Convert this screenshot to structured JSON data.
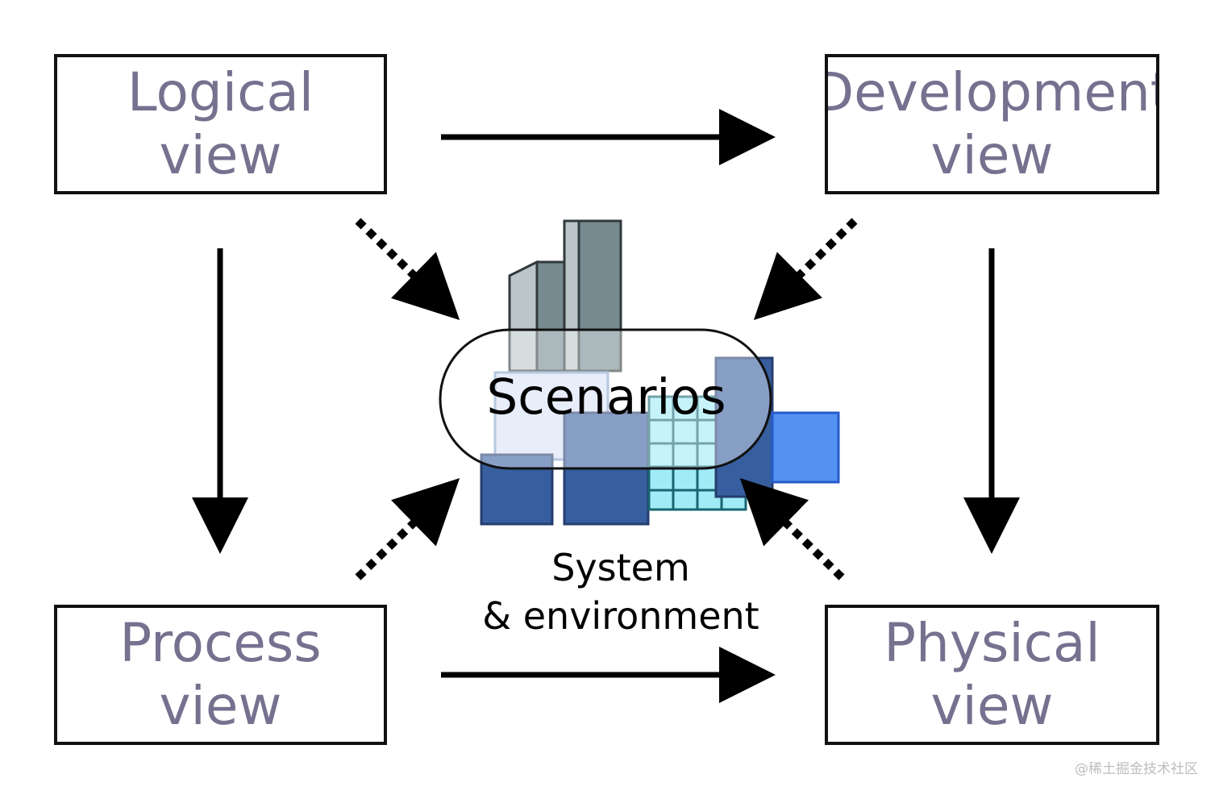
{
  "views": {
    "logical": {
      "line1": "Logical",
      "line2": "view"
    },
    "development": {
      "line1": "Development",
      "line2": "view"
    },
    "process": {
      "line1": "Process",
      "line2": "view"
    },
    "physical": {
      "line1": "Physical",
      "line2": "view"
    }
  },
  "center": {
    "scenarios": "Scenarios",
    "system_line1": "System",
    "system_line2": "& environment"
  },
  "watermark": "@稀土掘金技术社区",
  "colors": {
    "view_text": "#75718f",
    "border": "#111111",
    "building_gray": "#6e858a",
    "building_blue": "#2d5699",
    "building_light_blue": "#4b8df2",
    "building_cyan": "#9deaf7"
  },
  "icons": {
    "city_skyline": "buildings-icon",
    "solid_arrow": "solid-arrow",
    "dotted_arrow": "dotted-arrow"
  }
}
